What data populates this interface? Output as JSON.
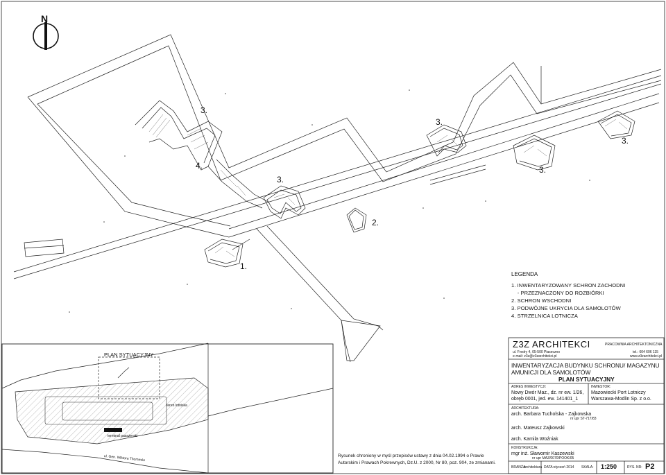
{
  "north": {
    "label": "N"
  },
  "markers": [
    "1.",
    "2.",
    "3.",
    "3.",
    "3.",
    "3.",
    "3.",
    "4."
  ],
  "legend": {
    "title": "LEGENDA",
    "items": [
      "1. INWENTARYZOWANY SCHRON ZACHODNI",
      "    - PRZEZNACZONY DO ROZBIÓRKI",
      "2. SCHRON WSCHODNI",
      "3. PODWÓJNE UKRYCIA DLA SAMOLOTÓW",
      "4. STRZELNICA LOTNICZA"
    ]
  },
  "inset": {
    "title": "PLAN SYTUACYJNY",
    "terminal_label": "terminal pasażerski",
    "apron_label": "teren lotniska",
    "street_label": "ul. Gen. Wiktora Thommée"
  },
  "copyright_note": {
    "line1": "Rysunek chroniony w myśl przepisów ustawy z dnia 04.02.1994 o Prawie",
    "line2": "Autorskim i Prawach Pokrewnych, Dz.U. z 2000, Nr 80, poz. 904, ze zmianami."
  },
  "title_block": {
    "firm": "Z3Z  ARCHITEKCI",
    "firm_type": "PRACOWNIA ARCHITEKTONICZNA",
    "address": "ul. Fredry 4, 05-500 Piaseczno",
    "email": "e-mail: z3z@z3zarchitekci.pl",
    "phone": "tel.:  604 606 115",
    "www": "www.z3zarchitekci.pl",
    "project_line1": "INWENTARYZACJA BUDYNKU SCHRONU/ MAGAZYNU",
    "project_line2": "AMUNICJI DLA SAMOLOTÓW",
    "sheet_title": "PLAN SYTUACYJNY",
    "address_label": "ADRES INWESTYCJI:",
    "address_line1": "Nowy Dwór Maz., dz. nr ew. 1/26,",
    "address_line2": "obręb 0001, jed. ew. 141401_1",
    "investor_label": "INWESTOR:",
    "investor_line1": "Mazowiecki Port Lotniczy",
    "investor_line2": "Warszawa-Modlin Sp. z o.o.",
    "arch_label": "ARCHITEKTURA:",
    "arch1": "arch. Barbara Tucholska - Zajkowska",
    "arch1_permit": "nr upr ST-717/83",
    "arch2": "arch. Mateusz Zajkowski",
    "arch3": "arch. Kamila Woźniak",
    "constr_label": "KONSTRUKCJA:",
    "constr1": "mgr inż. Sławomir Kaszewski",
    "constr1_permit": "nr upr MAZ/0070/POOK/05",
    "branch_label": "BRANŻA:",
    "branch": "architektura",
    "date_label": "DATA:",
    "date": "styczeń 2014",
    "scale_label": "SKALA:",
    "scale": "1:250",
    "sheet_label": "RYS. NR:",
    "sheet_no": "P2"
  }
}
